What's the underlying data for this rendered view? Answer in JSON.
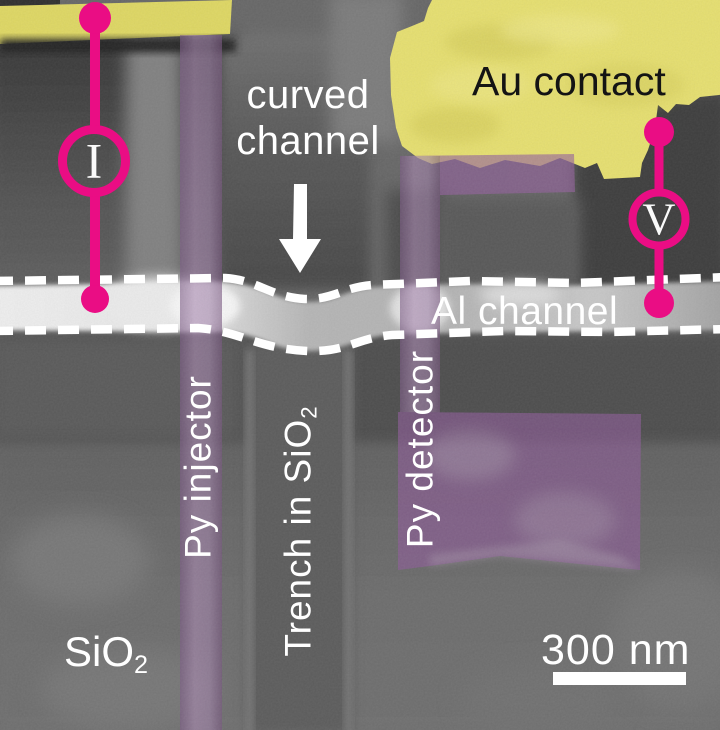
{
  "figure": {
    "annotations": {
      "curved_channel": {
        "line1": "curved",
        "line2": "channel"
      },
      "au_contact": "Au contact",
      "al_channel": "Al channel",
      "py_injector": "Py injector",
      "trench": {
        "text": "Trench in SiO",
        "subscript": "2"
      },
      "py_detector": "Py detector",
      "substrate": {
        "text": "SiO",
        "subscript": "2"
      },
      "current_probe": "I",
      "voltage_probe": "V",
      "scale_bar": "300 nm"
    },
    "colors": {
      "au_false_color": "#e7e070",
      "py_false_color": "#9a67a4",
      "probe_circuit": "#ea0d84",
      "annotation_white": "#ffffff",
      "au_label_text": "#141414"
    }
  }
}
